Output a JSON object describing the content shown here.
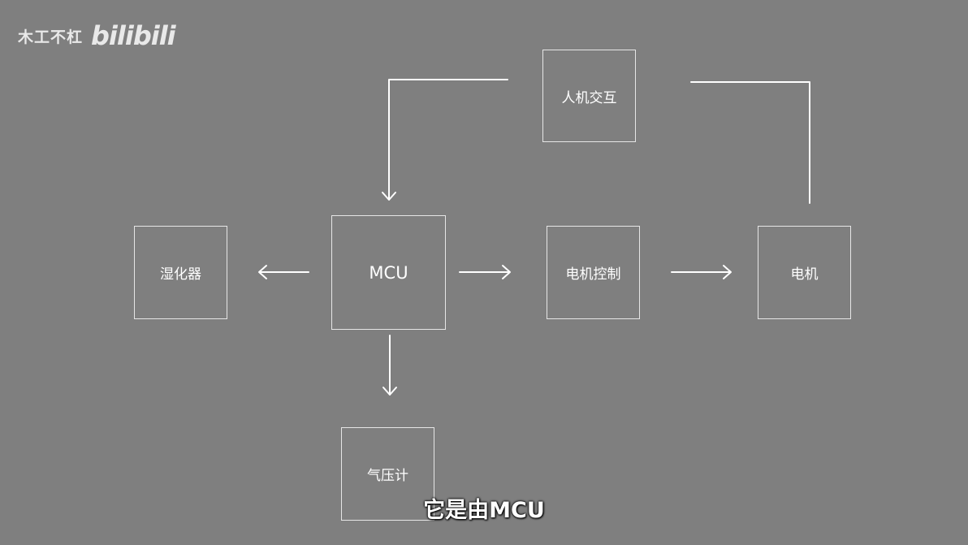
{
  "watermark": {
    "author": "木工不杠",
    "logo": "bilibili"
  },
  "diagram": {
    "nodes": {
      "hmi": "人机交互",
      "humidifier": "湿化器",
      "mcu": "MCU",
      "motor_control": "电机控制",
      "motor": "电机",
      "barometer": "气压计"
    },
    "edges": [
      {
        "from": "hmi",
        "to": "mcu"
      },
      {
        "from": "motor",
        "to": "hmi"
      },
      {
        "from": "mcu",
        "to": "humidifier"
      },
      {
        "from": "mcu",
        "to": "motor_control"
      },
      {
        "from": "motor_control",
        "to": "motor"
      },
      {
        "from": "mcu",
        "to": "barometer"
      }
    ]
  },
  "subtitle": "它是由MCU",
  "colors": {
    "background": "#7f7f7f",
    "line": "#ffffff",
    "box_border": "#e6e6e6"
  }
}
